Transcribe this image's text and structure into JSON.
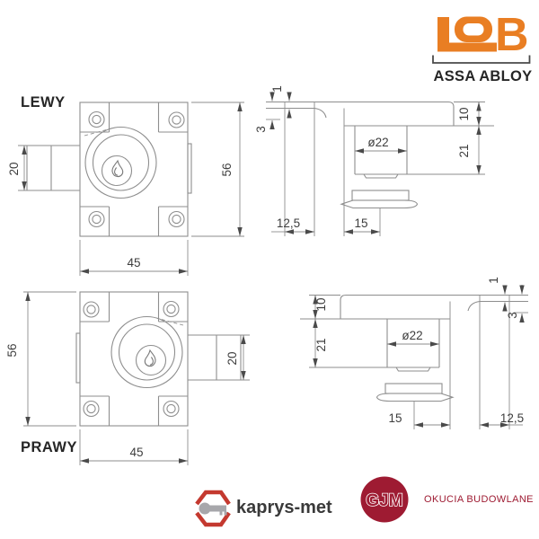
{
  "colors": {
    "background": "#ffffff",
    "drawing_line": "#8e8e8e",
    "dimension_text": "#3d3d3d",
    "label_text": "#262626",
    "lob_orange": "#E97E23",
    "assa_dark": "#262626",
    "kaprys_red": "#C4392F",
    "kaprys_gray": "#A7A7AB",
    "gjm_maroon": "#9E1B32"
  },
  "header": {
    "brand": "LOB",
    "brand_letters": [
      "L",
      "O",
      "B"
    ],
    "parent_brand": "ASSA ABLOY"
  },
  "views": {
    "lewy_front": {
      "label": "LEWY",
      "dim_bolt": "20",
      "dim_height": "56",
      "dim_width": "45"
    },
    "lewy_side": {
      "dim_face_offset": "1",
      "dim_bolt_thickness": "3",
      "dim_body_top": "10",
      "dim_body_depth": "21",
      "dim_cylinder": "ø22",
      "dim_bolt_throw": "12,5",
      "dim_backset": "15"
    },
    "prawy_front": {
      "label": "PRAWY",
      "dim_bolt": "20",
      "dim_height": "56",
      "dim_width": "45"
    },
    "prawy_side": {
      "dim_face_offset": "1",
      "dim_bolt_thickness": "3",
      "dim_body_top": "10",
      "dim_body_depth": "21",
      "dim_cylinder": "ø22",
      "dim_bolt_throw": "12,5",
      "dim_backset": "15"
    }
  },
  "footer": {
    "kaprys_met": "kaprys-met",
    "gjm": "GJM",
    "gjm_tagline": "OKUCIA BUDOWLANE"
  }
}
